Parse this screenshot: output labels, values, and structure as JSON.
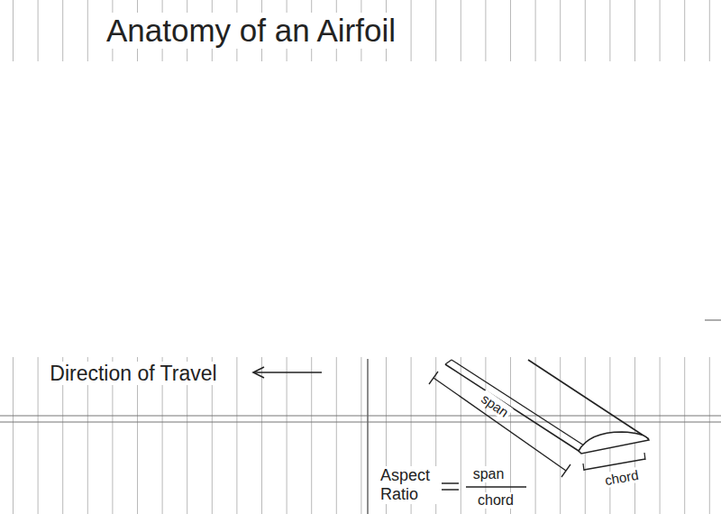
{
  "diagram": {
    "title": "Anatomy of an Airfoil",
    "labels": [
      "Direction of Travel",
      "span",
      "chord",
      "Aspect Ratio",
      "span",
      "chord"
    ]
  }
}
